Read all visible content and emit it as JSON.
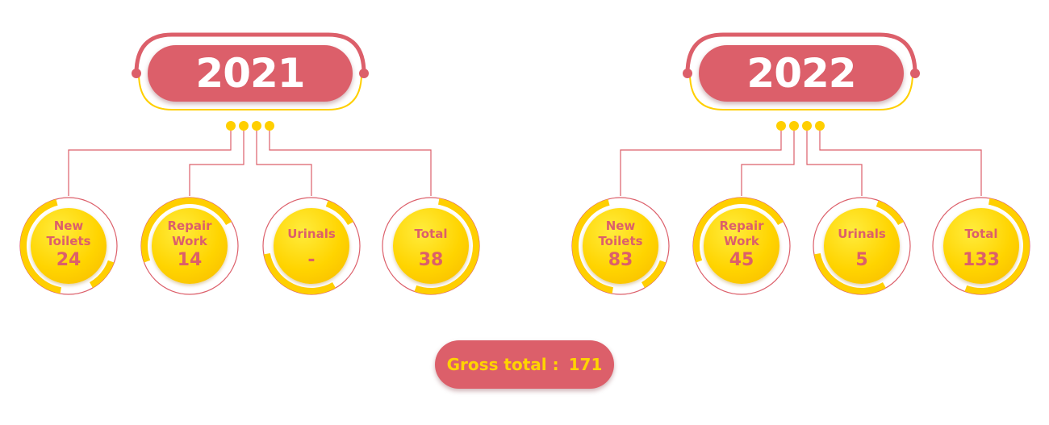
{
  "colors": {
    "coral": "#dc5f6a",
    "yellow": "#ffd400",
    "ring": "#ffcf00",
    "white": "#ffffff"
  },
  "groups": [
    {
      "year": "2021",
      "items": [
        {
          "label": "New Toilets",
          "value": "24"
        },
        {
          "label": "Repair Work",
          "value": "14"
        },
        {
          "label": "Urinals",
          "value": "-"
        },
        {
          "label": "Total",
          "value": "38"
        }
      ]
    },
    {
      "year": "2022",
      "items": [
        {
          "label": "New Toilets",
          "value": "83"
        },
        {
          "label": "Repair Work",
          "value": "45"
        },
        {
          "label": "Urinals",
          "value": "5"
        },
        {
          "label": "Total",
          "value": "133"
        }
      ]
    }
  ],
  "gross_total": {
    "label": "Gross total :",
    "value": "171"
  }
}
